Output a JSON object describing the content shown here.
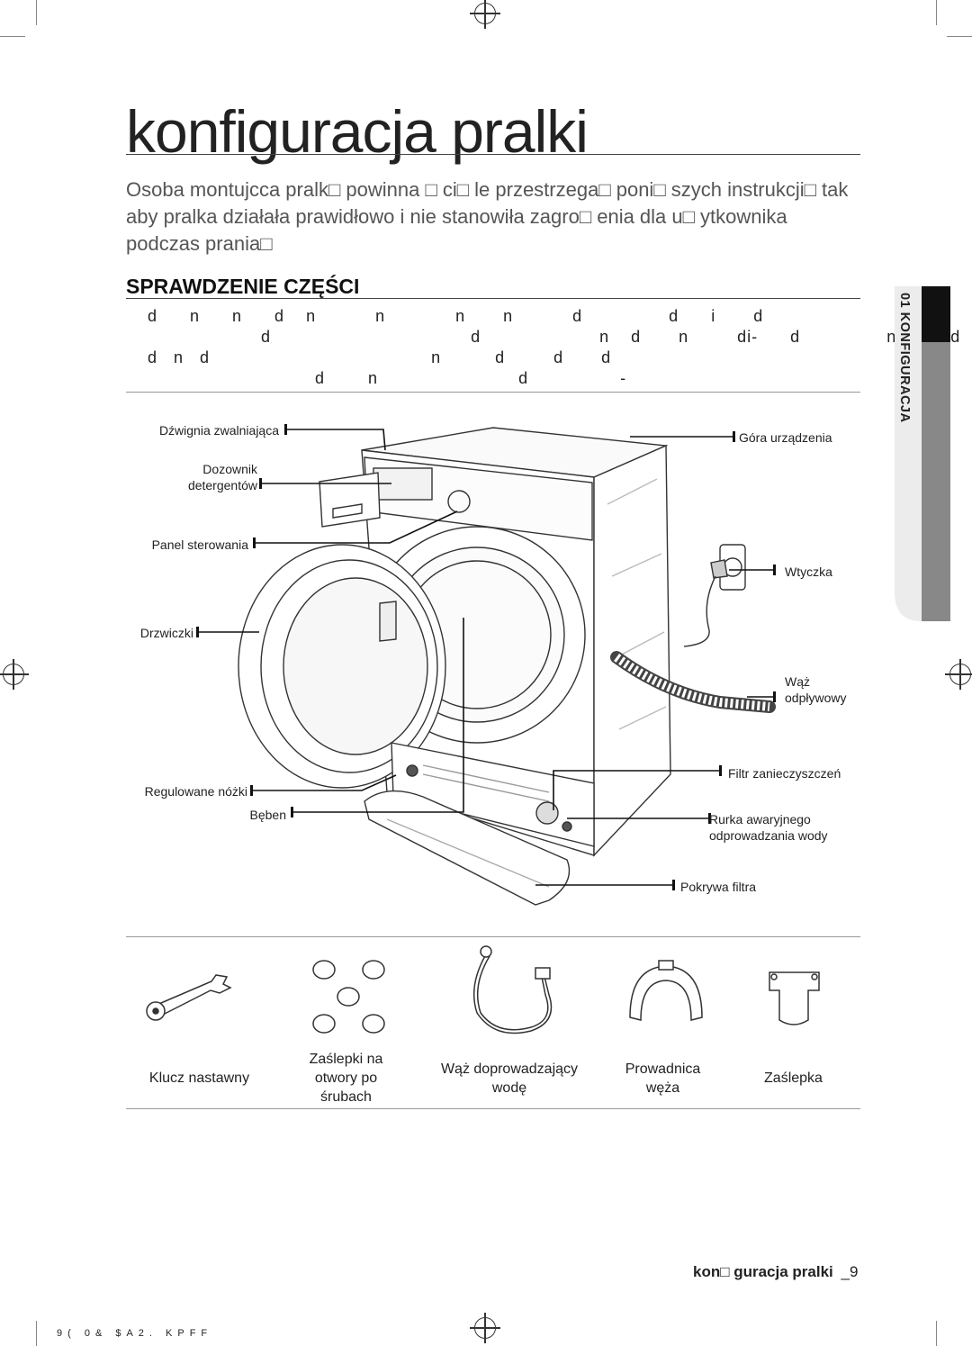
{
  "page": {
    "title": "konfiguracja pralki",
    "intro": "Osoba montujcca pralk□ powinna □ ci□ le przestrzega□ poni□ szych instrukcji□ tak aby pralka działała prawidłowo i nie stanowiła zagro□ enia dla u□ ytkownika podczas prania□",
    "section_heading": "SPRAWDZENIE CZĘŚCI",
    "garbled_lines": [
      "    d      n      n      d    n           n             n       n           d                d      i       d",
      "                         d                                     d                      n    d       n         di-      d                n          d",
      "    d   n   d                                         n          d         d       d",
      "                                   d        n                          d                 -"
    ],
    "side_tab": "01 KONFIGURACJA",
    "footer_title": "kon□ guracja pralki",
    "footer_page_marker": "_9",
    "footer_code": "9(  0&    $A2. KPFF"
  },
  "diagram": {
    "labels": {
      "release_lever": "Dźwignia zwalniająca",
      "dispenser": "Dozownik\ndetergentów",
      "control_panel": "Panel sterowania",
      "door": "Drzwiczki",
      "adjustable_feet": "Regulowane nóżki",
      "drum": "Bęben",
      "top": "Góra urządzenia",
      "plug": "Wtyczka",
      "drain_hose": "Wąż\nodpływowy",
      "debris_filter": "Filtr zanieczyszczeń",
      "emergency_drain": "Rurka awaryjnego\nodprowadzania wody",
      "filter_cover": "Pokrywa filtra"
    }
  },
  "accessories": [
    {
      "label": "Klucz nastawny",
      "icon": "spanner-icon"
    },
    {
      "label": "Zaślepki na\notwory po\nśrubach",
      "icon": "bolt-hole-caps-icon"
    },
    {
      "label": "Wąż doprowadzający\nwodę",
      "icon": "water-supply-hose-icon"
    },
    {
      "label": "Prowadnica\nwęża",
      "icon": "hose-guide-icon"
    },
    {
      "label": "Zaślepka",
      "icon": "blanking-cap-icon"
    }
  ]
}
